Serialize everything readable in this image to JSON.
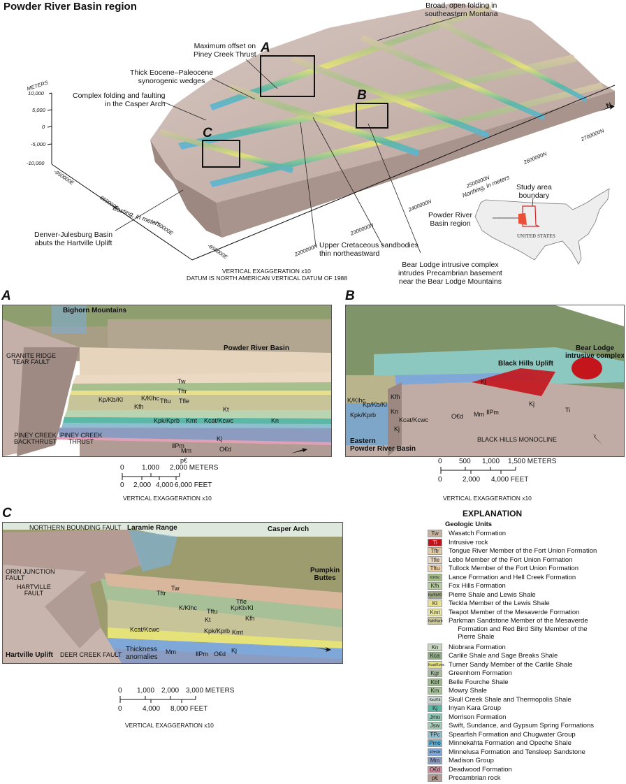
{
  "title": "Powder River Basin region",
  "overview": {
    "callouts": {
      "broad_folding": "Broad, open folding in\nsoutheastern Montana",
      "max_offset": "Maximum offset on\nPiney Creek Thrust",
      "thick_eocene": "Thick Eocene–Paleocene\nsynorogenic wedges",
      "complex_folding": "Complex folding and faulting\nin the Casper Arch",
      "denver_julesburg": "Denver-Julesburg Basin\nabuts the Hartville Uplift",
      "upper_cretaceous": "Upper Cretaceous sandbodies\nthin northeastward",
      "bear_lodge": "Bear Lodge intrusive complex\nintrudes Precambrian basement\nnear the Bear Lodge Mountains"
    },
    "box_labels": {
      "a": "A",
      "b": "B",
      "c": "C"
    },
    "vertical_axis": {
      "unit": "METERS",
      "ticks": [
        "10,000",
        "5,000",
        "0",
        "-5,000",
        "-10,000"
      ]
    },
    "easting_axis": {
      "title": "Easting, in meters",
      "ticks": [
        "-950000E",
        "-850000E",
        "-750000E",
        "-650000E"
      ]
    },
    "northing_axis": {
      "title": "Northing, in meters",
      "ticks": [
        "2200000N",
        "2300000N",
        "2400000N",
        "2500000N",
        "2600000N",
        "2700000N"
      ]
    },
    "north_arrow": "N",
    "notes": [
      "VERTICAL EXAGGERATION x10",
      "DATUM IS NORTH AMERICAN VERTICAL DATUM OF 1988"
    ],
    "inset_map": {
      "study_area_label": "Study area\nboundary",
      "region_label": "Powder River\nBasin region",
      "country_label": "UNITED STATES"
    }
  },
  "panel_a": {
    "letter": "A",
    "places": [
      "Bighorn Mountains",
      "Powder River Basin"
    ],
    "faults": [
      "GRANITE RIDGE\nTEAR FAULT",
      "PINEY CREEK\nBACKTHRUST",
      "PINEY CREEK\nTHRUST"
    ],
    "units": [
      "Tw",
      "Tftr",
      "Tfle",
      "Tftu",
      "K/Klhc",
      "Kp/Kb/Kl",
      "Kfh",
      "Kt",
      "Kpk/Kprb",
      "Kmt",
      "Kcat/Kcwc",
      "Kn",
      "Kj",
      "ⅡPm",
      "Mm",
      "O€d",
      "p€"
    ],
    "north": "N",
    "scale": {
      "meters": [
        "0",
        "1,000",
        "2,000 METERS"
      ],
      "feet": [
        "0",
        "2,000",
        "4,000",
        "6,000 FEET"
      ],
      "note": "VERTICAL EXAGGERATION x10"
    }
  },
  "panel_b": {
    "letter": "B",
    "places": [
      "Black Hills Uplift",
      "Bear Lodge\nintrusive complex",
      "Eastern\nPowder River Basin"
    ],
    "structures": [
      "BLACK HILLS MONOCLINE"
    ],
    "units": [
      "Kj",
      "Kj",
      "K/Klhc",
      "Kfh",
      "Kp/Kb/Kl",
      "Kpk/Kprb",
      "Kn",
      "Kcat/Kcwc",
      "Kj",
      "O€d",
      "Mm",
      "ⅡPm",
      "Ti"
    ],
    "north": "N",
    "scale": {
      "meters": [
        "0",
        "500",
        "1,000",
        "1,500 METERS"
      ],
      "feet": [
        "0",
        "2,000",
        "4,000 FEET"
      ],
      "note": "VERTICAL EXAGGERATION x10"
    }
  },
  "panel_c": {
    "letter": "C",
    "places": [
      "Laramie Range",
      "Casper Arch",
      "Pumpkin\nButtes",
      "Hartville Uplift",
      "Thickness\nanomalies"
    ],
    "faults": [
      "NORTHERN BOUNDING FAULT",
      "ORIN JUNCTION\nFAULT",
      "HARTVILLE\nFAULT",
      "DEER CREEK FAULT"
    ],
    "units": [
      "Tftr",
      "Tw",
      "Tfle",
      "Tftu",
      "K/Klhc",
      "KpKb/Kl",
      "Kt",
      "Kfh",
      "Kcat/Kcwc",
      "Kpk/Kprb",
      "Kmt",
      "Mm",
      "ⅡPm",
      "O€d",
      "Kj"
    ],
    "north": "N",
    "scale": {
      "meters": [
        "0",
        "1,000",
        "2,000",
        "3,000 METERS"
      ],
      "feet": [
        "0",
        "4,000",
        "8,000 FEET"
      ],
      "note": "VERTICAL EXAGGERATION x10"
    }
  },
  "explanation": {
    "title": "EXPLANATION",
    "subtitle": "Geologic Units",
    "units": [
      {
        "code": "Tw",
        "name": "Wasatch Formation",
        "color": "#c9b39e"
      },
      {
        "code": "Ti",
        "name": "Intrusive rock",
        "color": "#c0141c"
      },
      {
        "code": "Tftr",
        "name": "Tongue River Member of the Fort Union Formation",
        "color": "#e2cba2"
      },
      {
        "code": "Tfle",
        "name": "Lebo Member of the Fort Union Formation",
        "color": "#ecd9c4"
      },
      {
        "code": "Tftu",
        "name": "Tullock Member of the Fort Union Formation",
        "color": "#efcfa5"
      },
      {
        "code": "K/Klhc",
        "name": "Lance Formation and Hell Creek Formation",
        "color": "#a3bc88"
      },
      {
        "code": "Kfh",
        "name": "Fox Hills Formation",
        "color": "#b8cca3"
      },
      {
        "code": "Kp/Kb/Kl",
        "name": "Pierre Shale and Lewis Shale",
        "color": "#98a57c"
      },
      {
        "code": "Kt",
        "name": "Teckla Member of the Lewis Shale",
        "color": "#e8e08c"
      },
      {
        "code": "Kmt",
        "name": "Teapot Member of the Mesaverde Formation",
        "color": "#ecea9a"
      },
      {
        "code": "Kpk/Kprb",
        "name": "Parkman Sandstone Member of the Mesaverde\n     Formation and Red Bird Silty Member of the\n     Pierre Shale",
        "color": "#c8c49a"
      },
      {
        "code": "Kn",
        "name": "Niobrara Formation",
        "color": "#c7d6bd"
      },
      {
        "code": "Kca",
        "name": "Carlile Shale and Sage Breaks Shale",
        "color": "#8fae86"
      },
      {
        "code": "Kcat/Kcwc",
        "name": "Turner Sandy Member of the Carlile Shale",
        "color": "#e6e27a"
      },
      {
        "code": "Kgr",
        "name": "Greenhorn Formation",
        "color": "#a9bea0"
      },
      {
        "code": "Kbf",
        "name": "Belle Fourche Shale",
        "color": "#9dba8f"
      },
      {
        "code": "Km",
        "name": "Mowry Shale",
        "color": "#a8c49a"
      },
      {
        "code": "Ksc/Ktt",
        "name": "Skull Creek Shale and Thermopolis Shale",
        "color": "#c3d7cf"
      },
      {
        "code": "Kj",
        "name": "Inyan Kara Group",
        "color": "#5cb8a6"
      },
      {
        "code": "Jmo",
        "name": "Morrison Formation",
        "color": "#8cc8b4"
      },
      {
        "code": "Jsw",
        "name": "Swift, Sundance, and Gypsum Spring Formations",
        "color": "#a6ccb8"
      },
      {
        "code": "ŦPc",
        "name": "Spearfish Formation and Chugwater Group",
        "color": "#8cc0d0"
      },
      {
        "code": "Pmo",
        "name": "Minnekahta Formation and Opeche Shale",
        "color": "#62b4d8"
      },
      {
        "code": "ⅡPm/Ⅱt",
        "name": "Minnelusa Formation and Tensleep Sandstone",
        "color": "#7fa8d8"
      },
      {
        "code": "Mm",
        "name": "Madison Group",
        "color": "#8c9cc0"
      },
      {
        "code": "O€d",
        "name": "Deadwood Formation",
        "color": "#d88ca4"
      },
      {
        "code": "p€",
        "name": "Precambrian rock",
        "color": "#b49c94"
      }
    ]
  },
  "colors": {
    "terrain": "#c8b4ac",
    "face": "#a8948c",
    "study_area": "#e8503a",
    "box": "#111111"
  }
}
